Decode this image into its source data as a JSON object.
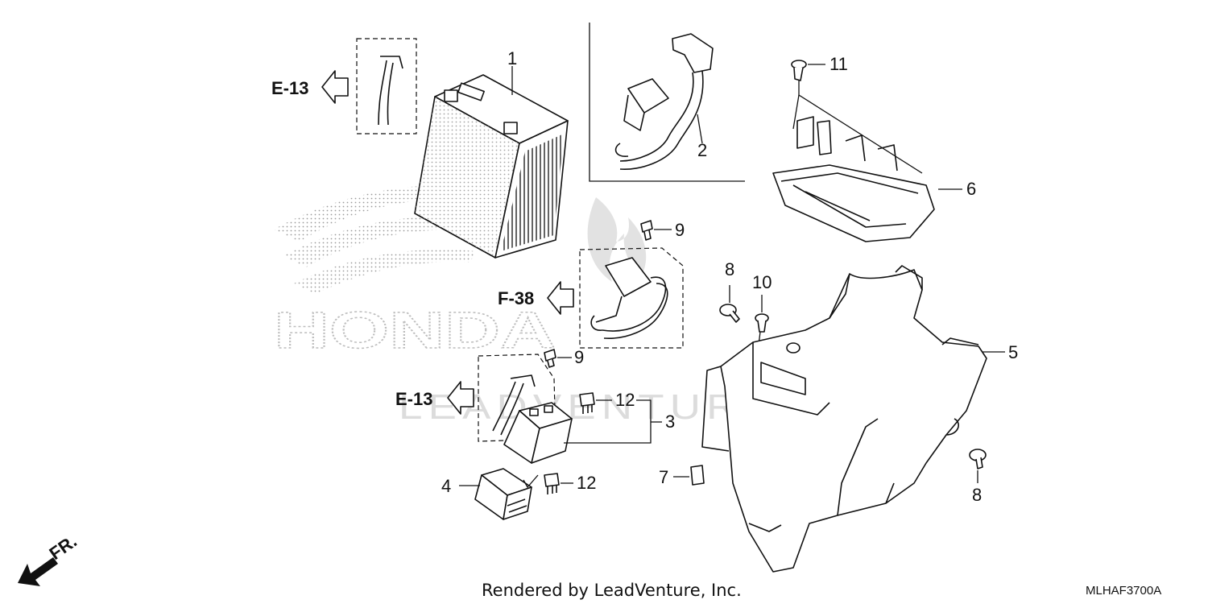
{
  "callouts": {
    "p1": "1",
    "p2": "2",
    "p3": "3",
    "p4": "4",
    "p5": "5",
    "p6": "6",
    "p7": "7",
    "p8a": "8",
    "p8b": "8",
    "p9a": "9",
    "p9b": "9",
    "p10": "10",
    "p11": "11",
    "p12a": "12",
    "p12b": "12"
  },
  "references": {
    "top_left": "E-13",
    "middle": "F-38",
    "bottom_left": "E-13"
  },
  "direction_label": "FR.",
  "footer": {
    "credit": "Rendered by LeadVenture, Inc.",
    "diagram_code": "MLHAF3700A"
  },
  "watermark": {
    "brand": "HONDA",
    "company": "LEADVENTURE"
  },
  "colors": {
    "ink": "#111111",
    "watermark": "#d4d4d4"
  }
}
